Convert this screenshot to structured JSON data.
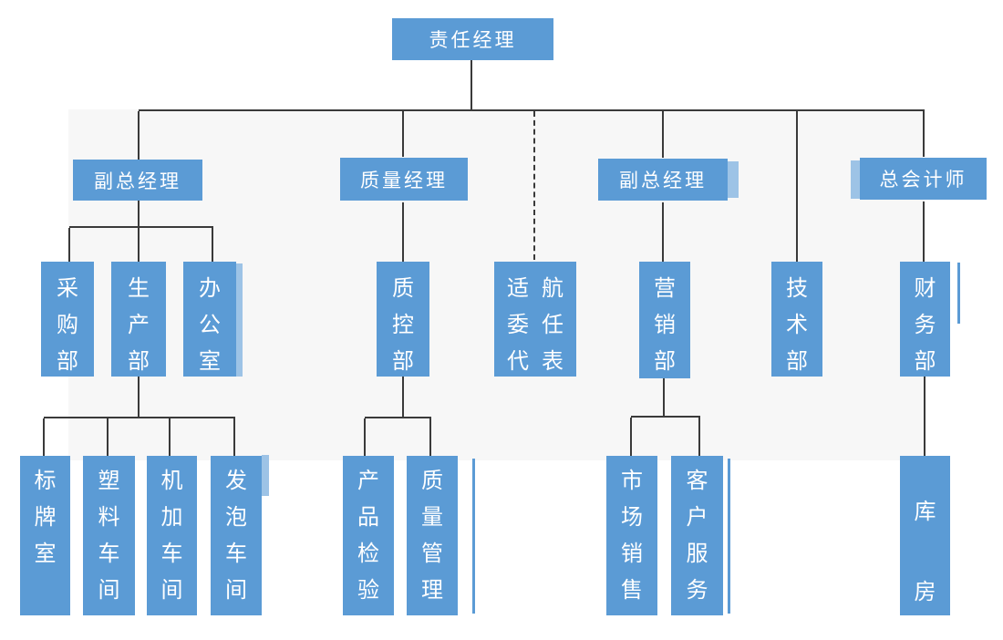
{
  "diagram": {
    "type": "org-chart",
    "nodes": {
      "root": {
        "label": "责任经理"
      },
      "deputy_gm_left": {
        "label": "副总经理"
      },
      "quality_manager": {
        "label": "质量经理"
      },
      "deputy_gm_right": {
        "label": "副总经理"
      },
      "chief_accountant": {
        "label": "总会计师"
      },
      "purchasing": {
        "label": "采\n购\n部"
      },
      "production": {
        "label": "生\n产\n部"
      },
      "office": {
        "label": "办\n公\n室"
      },
      "quality_control": {
        "label": "质\n控\n部"
      },
      "airworthiness_delegate": {
        "col1": "适\n委\n代",
        "col2": "航\n任\n表",
        "full_reading": "适航委任代表"
      },
      "marketing": {
        "label": "营\n销\n部"
      },
      "technology": {
        "label": "技\n术\n部"
      },
      "finance": {
        "label": "财\n务\n部"
      },
      "sign_room": {
        "label": "标\n牌\n室"
      },
      "plastic_workshop": {
        "label": "塑\n料\n车\n间"
      },
      "machining_workshop": {
        "label": "机\n加\n车\n间"
      },
      "foaming_workshop": {
        "label": "发\n泡\n车\n间"
      },
      "product_inspection": {
        "label": "产\n品\n检\n验"
      },
      "quality_management": {
        "label": "质\n量\n管\n理"
      },
      "market_sales": {
        "label": "市\n场\n销\n售"
      },
      "customer_service": {
        "label": "客\n户\n服\n务"
      },
      "warehouse": {
        "label": "库\n房"
      }
    },
    "edges": [
      [
        "root",
        "deputy_gm_left"
      ],
      [
        "root",
        "quality_manager"
      ],
      [
        "root",
        "airworthiness_delegate_dashed"
      ],
      [
        "root",
        "deputy_gm_right"
      ],
      [
        "root",
        "technology"
      ],
      [
        "root",
        "chief_accountant"
      ],
      [
        "deputy_gm_left",
        "purchasing"
      ],
      [
        "deputy_gm_left",
        "production"
      ],
      [
        "deputy_gm_left",
        "office"
      ],
      [
        "quality_manager",
        "quality_control"
      ],
      [
        "deputy_gm_right",
        "marketing"
      ],
      [
        "chief_accountant",
        "finance"
      ],
      [
        "production",
        "sign_room"
      ],
      [
        "production",
        "plastic_workshop"
      ],
      [
        "production",
        "machining_workshop"
      ],
      [
        "production",
        "foaming_workshop"
      ],
      [
        "quality_control",
        "product_inspection"
      ],
      [
        "quality_control",
        "quality_management"
      ],
      [
        "marketing",
        "market_sales"
      ],
      [
        "marketing",
        "customer_service"
      ],
      [
        "finance",
        "warehouse"
      ]
    ],
    "colors": {
      "box_fill": "#5B9BD5",
      "box_text": "#FFFFFF",
      "connector": "#3A3A3A",
      "background_panel": "#F7F7F7",
      "accent_light": "#9DC3E6"
    }
  }
}
